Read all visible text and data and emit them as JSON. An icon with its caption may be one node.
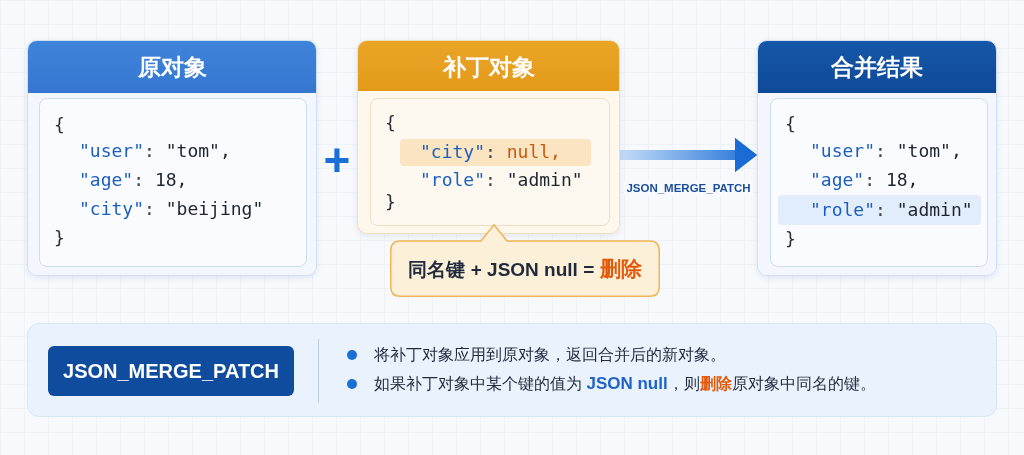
{
  "diagram": {
    "nodes": [
      {
        "text": [
          "原对象"
        ]
      },
      {
        "text": [
          "{",
          "\"user\": \"tom\",",
          "\"age\": 18,",
          "\"city\": \"beijing\"",
          "}"
        ],
        "in": 0
      },
      {
        "text": [
          "补丁对象"
        ]
      },
      {
        "text": [
          "{",
          "\"role\": \"admin\"",
          "}"
        ],
        "in": 2
      },
      {
        "text": [
          "\"city\": null,"
        ],
        "in": 3
      },
      {
        "text": [
          "同名键 + JSON null = **删除**"
        ]
      },
      {
        "text": [
          "合并结果"
        ]
      },
      {
        "text": [
          "{",
          "\"user\": \"tom\",",
          "\"age\": 18,",
          "}"
        ],
        "in": 6
      },
      {
        "text": [
          "\"role\": \"admin\""
        ],
        "in": 7
      },
      {
        "text": [
          "将补丁对象应用到原对象，返回合并后的新对象。",
          "如果补丁对象中某个键的值为 **JSON null**，则**删除**原对象中同名的键。"
        ]
      },
      {
        "text": [
          "JSON_MERGE_PATCH"
        ],
        "in": 9
      }
    ],
    "edges": [
      {
        "from": 2,
        "to": 6,
        "arrow": "to",
        "label": "JSON_MERGE_PATCH",
        "style": "thick"
      }
    ],
    "labels": [
      "+"
    ]
  }
}
